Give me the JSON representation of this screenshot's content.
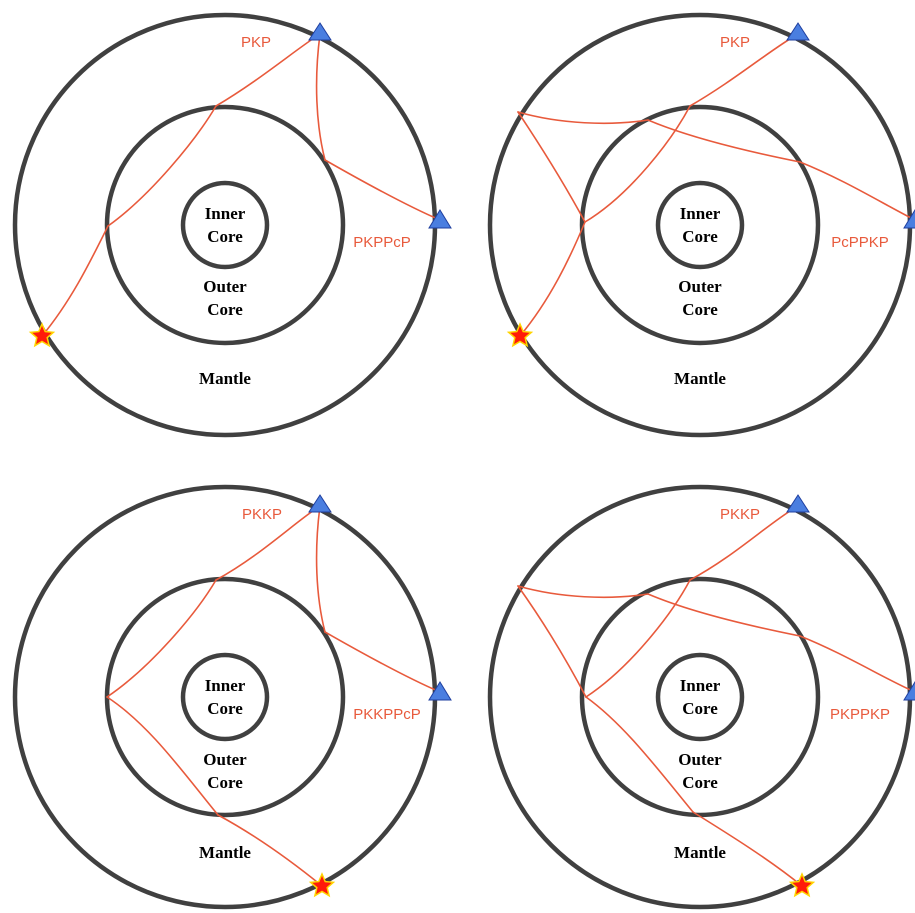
{
  "colors": {
    "ray": "#e85a3c",
    "boundary": "#404040",
    "station_fill": "#4a7ee0",
    "station_stroke": "#1f3f9f",
    "source_fill": "#ff1a0a",
    "source_stroke": "#ffd400"
  },
  "layer_labels": {
    "inner_core": [
      "Inner",
      "Core"
    ],
    "outer_core": [
      "Outer",
      "Core"
    ],
    "mantle": "Mantle"
  },
  "panels": [
    {
      "id": "top-left",
      "phase_labels": {
        "upper": "PKP",
        "lower": "PKPPcP"
      }
    },
    {
      "id": "top-right",
      "phase_labels": {
        "upper": "PKP",
        "lower": "PcPPKP"
      }
    },
    {
      "id": "bottom-left",
      "phase_labels": {
        "upper": "PKKP",
        "lower": "PKKPPcP"
      }
    },
    {
      "id": "bottom-right",
      "phase_labels": {
        "upper": "PKKP",
        "lower": "PKPPKP"
      }
    }
  ],
  "icons": {
    "station": "triangle-station-icon",
    "source": "star-earthquake-icon"
  }
}
